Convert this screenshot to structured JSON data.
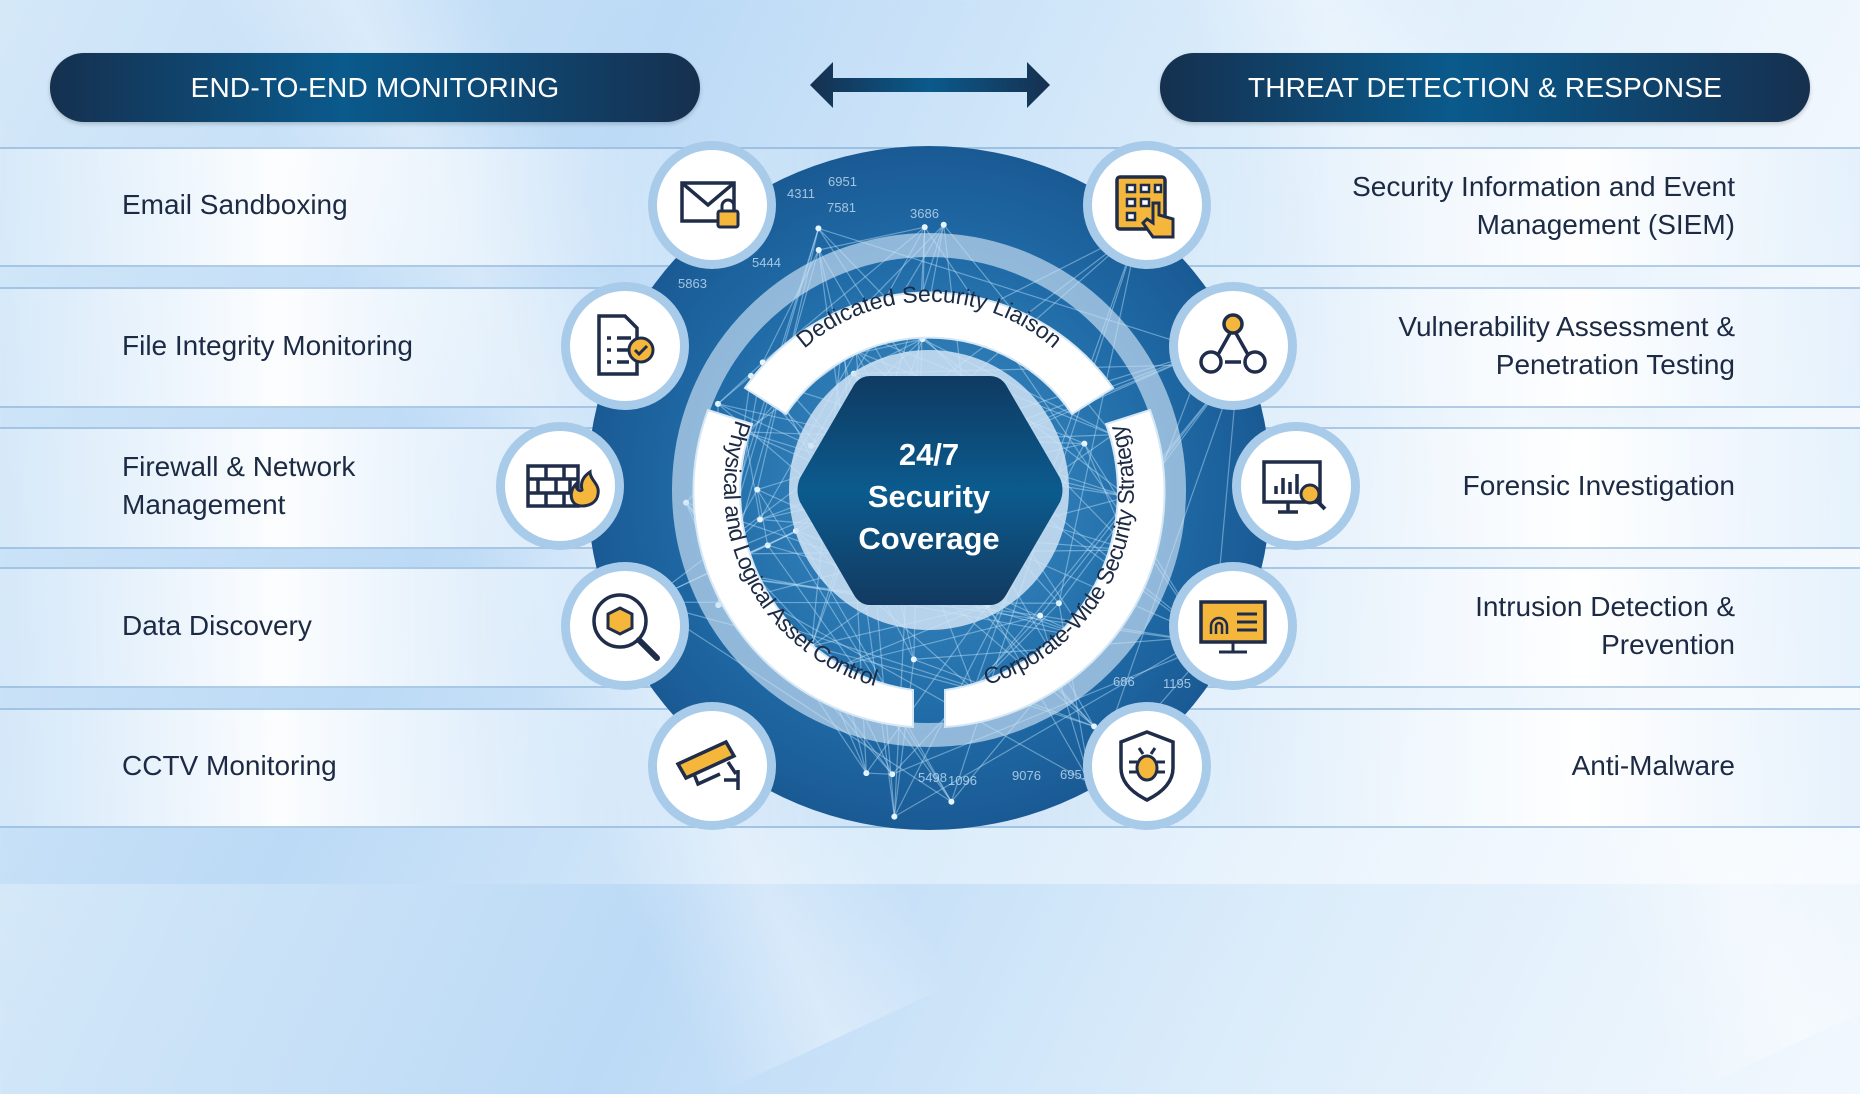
{
  "headers": {
    "left": "END-TO-END MONITORING",
    "right": "THREAT DETECTION & RESPONSE"
  },
  "left_items": [
    {
      "lines": [
        "Email Sandboxing"
      ],
      "icon": "email-lock-icon"
    },
    {
      "lines": [
        "File Integrity Monitoring"
      ],
      "icon": "document-check-icon"
    },
    {
      "lines": [
        "Firewall & Network",
        "Management"
      ],
      "icon": "firewall-icon"
    },
    {
      "lines": [
        "Data Discovery"
      ],
      "icon": "search-cube-icon"
    },
    {
      "lines": [
        "CCTV Monitoring"
      ],
      "icon": "cctv-camera-icon"
    }
  ],
  "right_items": [
    {
      "lines": [
        "Security Information and Event",
        "Management (SIEM)"
      ],
      "icon": "keypad-touch-icon"
    },
    {
      "lines": [
        "Vulnerability Assessment &",
        "Penetration Testing"
      ],
      "icon": "network-nodes-icon"
    },
    {
      "lines": [
        "Forensic Investigation"
      ],
      "icon": "monitor-chart-search-icon"
    },
    {
      "lines": [
        "Intrusion Detection &",
        "Prevention"
      ],
      "icon": "fingerprint-monitor-icon"
    },
    {
      "lines": [
        "Anti-Malware"
      ],
      "icon": "shield-bug-icon"
    }
  ],
  "center": {
    "lines": [
      "24/7",
      "Security",
      "Coverage"
    ]
  },
  "ring": {
    "top": "Dedicated  Security Liaison",
    "left": "Physical and Logical Asset Control",
    "right": "Corporate-Wide Security Strategy"
  },
  "network_numbers": [
    "4311",
    "6951",
    "5863",
    "3686",
    "5444",
    "7581",
    "686",
    "1195",
    "5498",
    "1096",
    "9076",
    "6951"
  ],
  "colors": {
    "navy": "#16304f",
    "accent_blue": "#0a5a8c",
    "icon_yellow": "#f5b63c",
    "text": "#1c2a44"
  }
}
